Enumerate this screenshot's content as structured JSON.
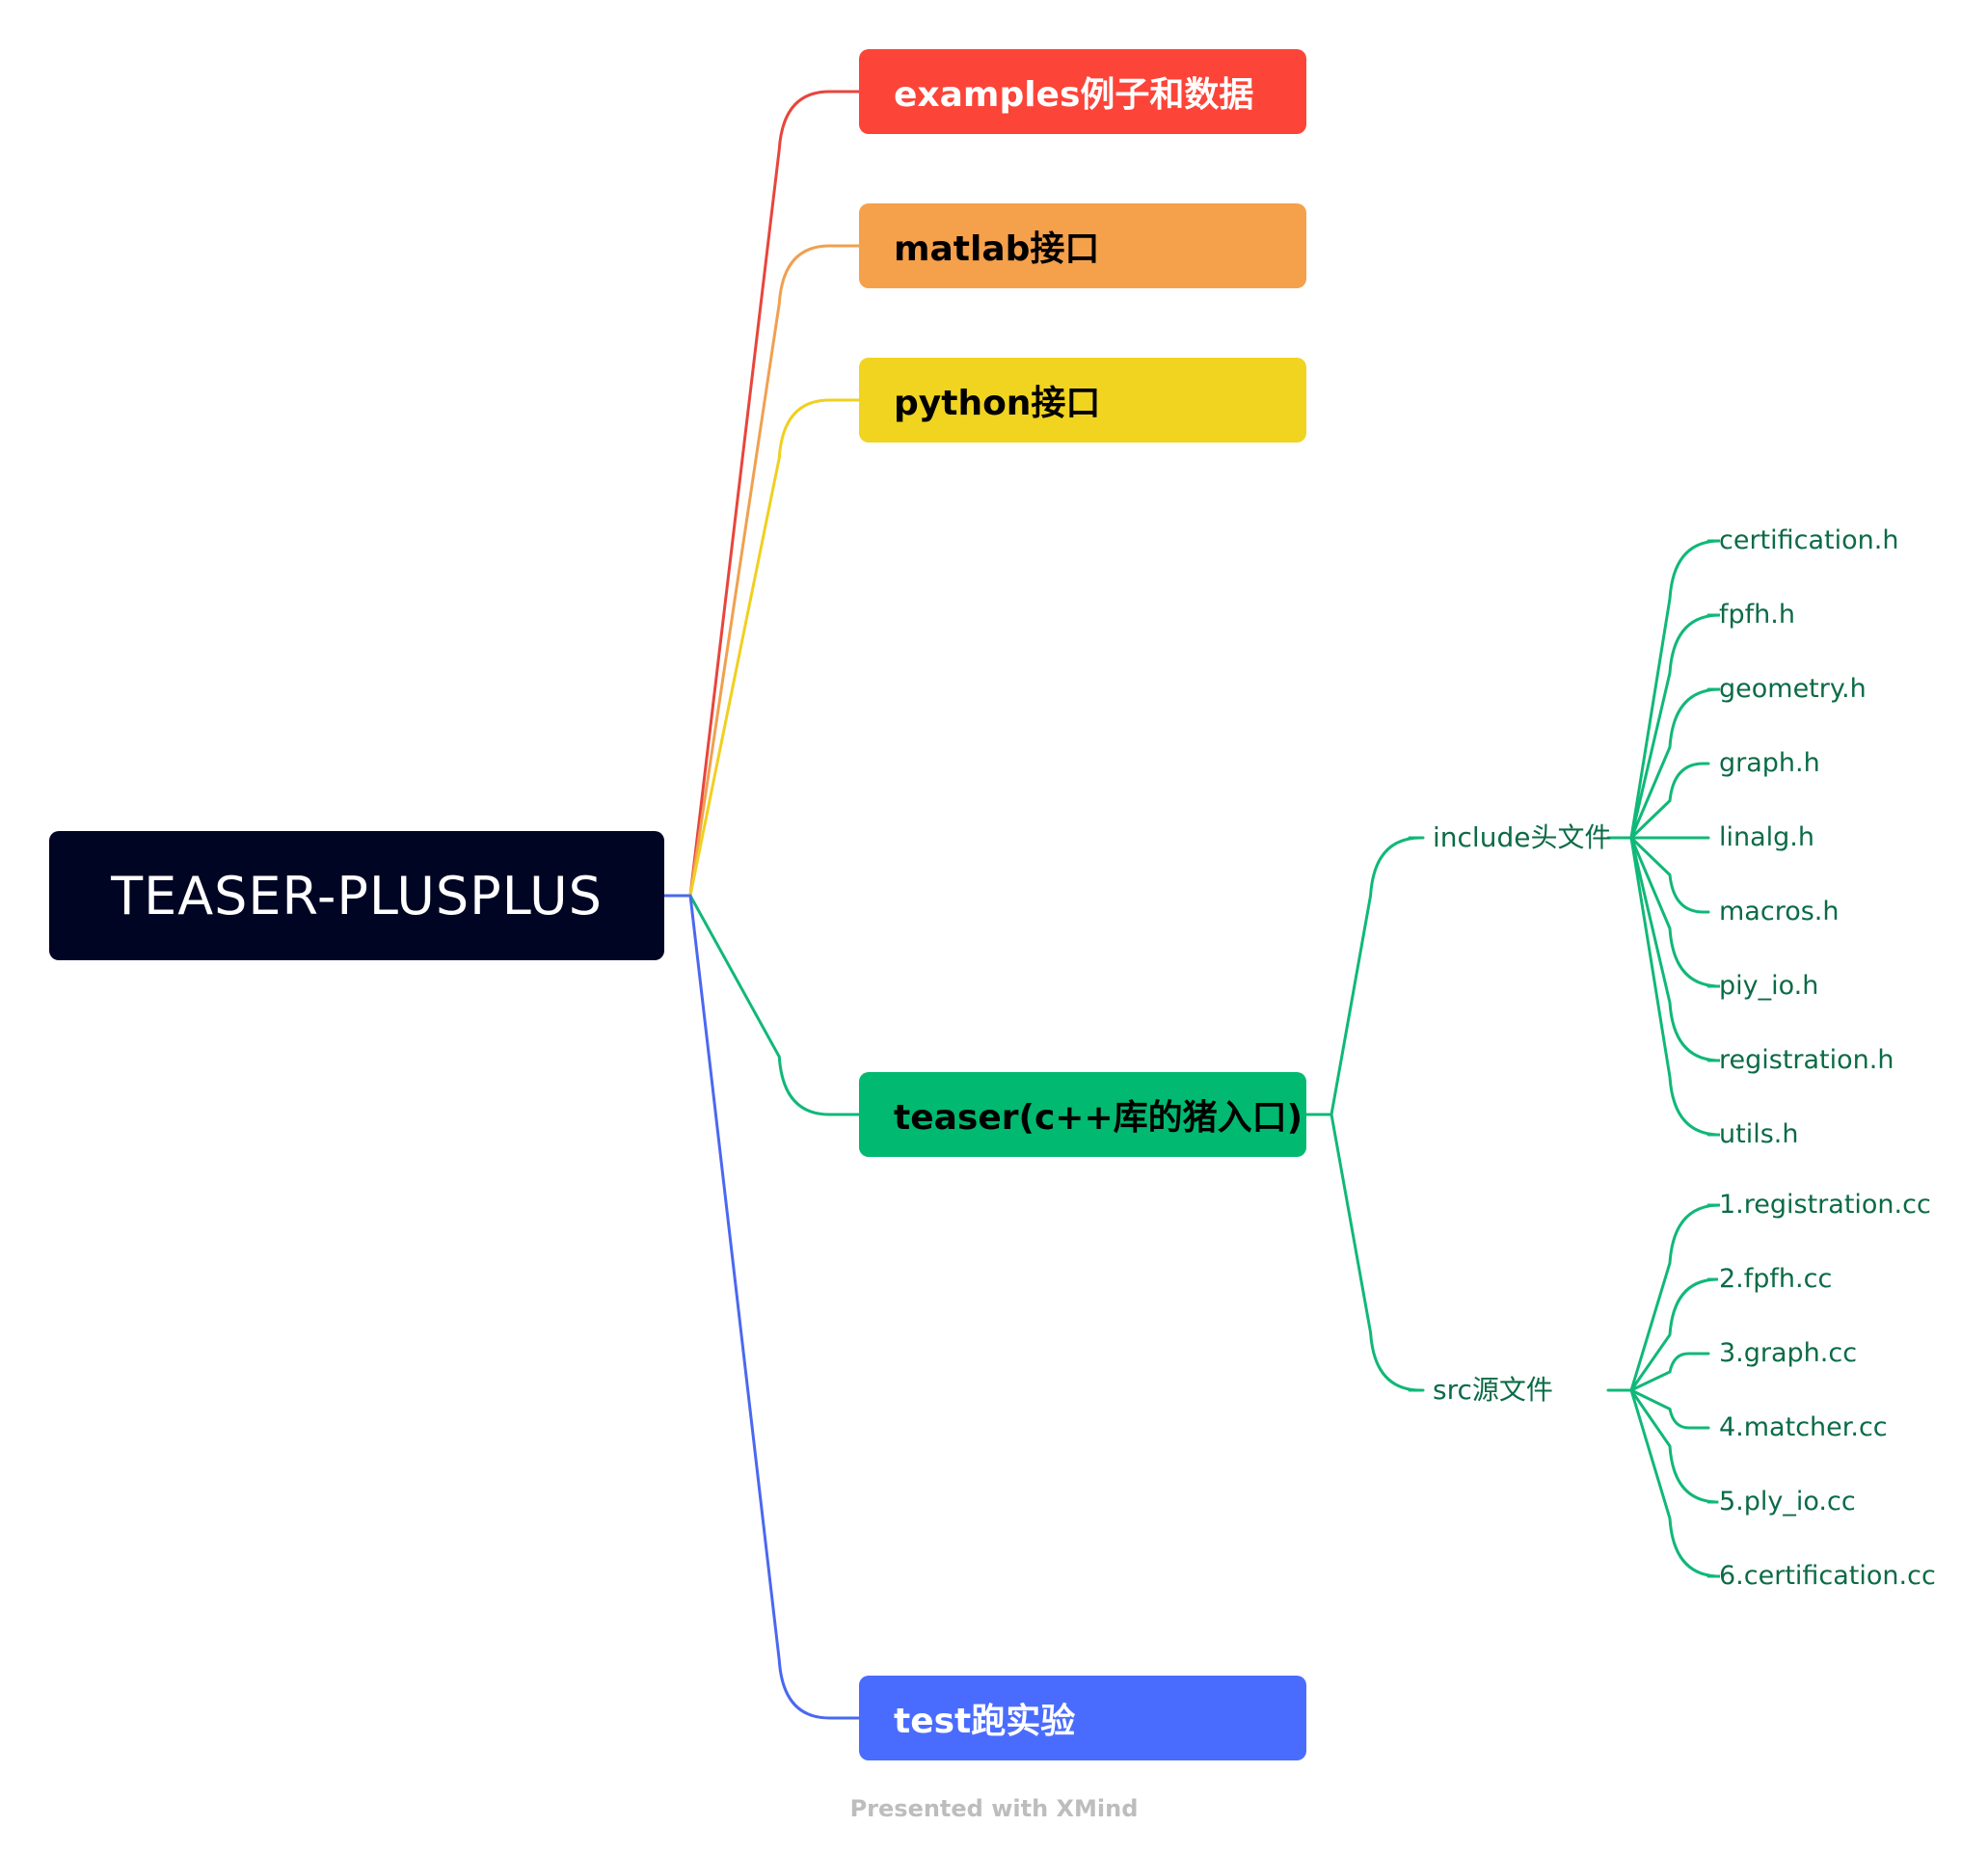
{
  "root": {
    "label": "TEASER-PLUSPLUS"
  },
  "branches": [
    {
      "label": "examples例子和数据",
      "color": "#fc4438",
      "text_color": "#ffffff",
      "line_color": "#e8453c"
    },
    {
      "label": "matlab接口",
      "color": "#f5a04b",
      "text_color": "#000000",
      "line_color": "#f0a050"
    },
    {
      "label": "python接口",
      "color": "#f0d420",
      "text_color": "#000000",
      "line_color": "#f0d020"
    },
    {
      "label": "teaser(c++库的猪入口)",
      "color": "#01b970",
      "text_color": "#000000",
      "line_color": "#10b878",
      "children": [
        {
          "label": "include头文件",
          "children": [
            "certification.h",
            "fpfh.h",
            "geometry.h",
            "graph.h",
            "linalg.h",
            "macros.h",
            "piy_io.h",
            "registration.h",
            "utils.h"
          ]
        },
        {
          "label": "src源文件",
          "children": [
            "1.registration.cc",
            "2.fpfh.cc",
            "3.graph.cc",
            "4.matcher.cc",
            "5.ply_io.cc",
            "6.certification.cc"
          ]
        }
      ]
    },
    {
      "label": "test跑实验",
      "color": "#4a6cfe",
      "text_color": "#ffffff",
      "line_color": "#4a68f0"
    }
  ],
  "footer": {
    "credit": "Presented with XMind"
  }
}
